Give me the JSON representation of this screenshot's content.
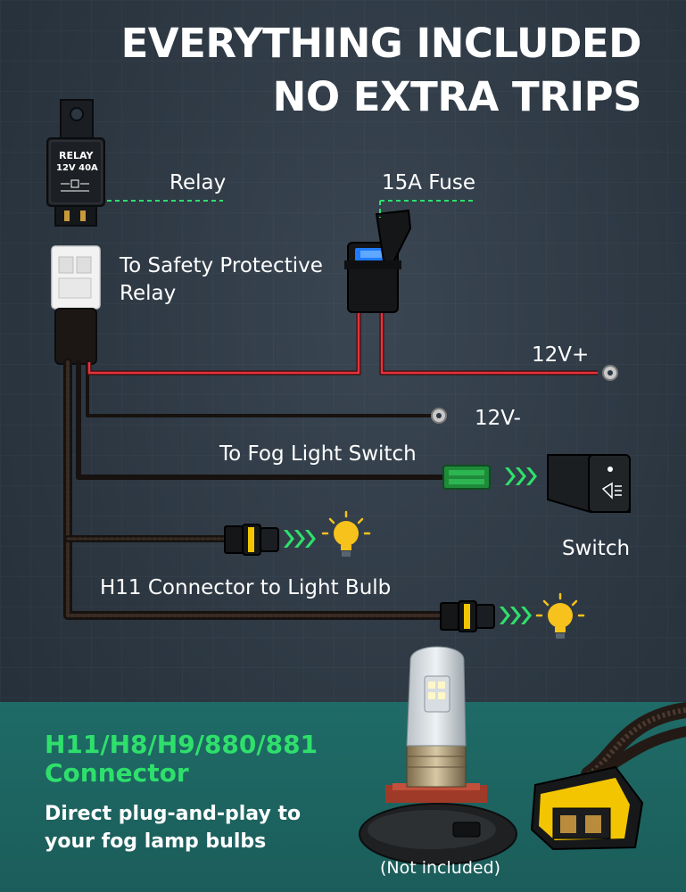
{
  "headline": {
    "line1": "EVERYTHING INCLUDED",
    "line2": "NO EXTRA TRIPS"
  },
  "relay_face": {
    "title": "RELAY",
    "rating": "12V 40A"
  },
  "labels": {
    "relay": "Relay",
    "fuse": "15A Fuse",
    "safety_line1": "To Safety Protective",
    "safety_line2": "Relay",
    "positive": "12V+",
    "negative": "12V-",
    "fog_switch": "To Fog Light Switch",
    "switch": "Switch",
    "h11": "H11 Connector to Light Bulb"
  },
  "bottom": {
    "connector_title_line1": "H11/H8/H9/880/881",
    "connector_title_line2": "Connector",
    "description_line1": "Direct plug-and-play to",
    "description_line2": "your fog lamp bulbs",
    "not_included": "(Not included)"
  },
  "colors": {
    "background": "#2c3742",
    "accent_green": "#2ee06b",
    "bottom_panel": "#1f6b67",
    "wire_red": "#e8323c",
    "fuse_blue": "#1e7bff",
    "bulb_yellow": "#f6c21b"
  }
}
